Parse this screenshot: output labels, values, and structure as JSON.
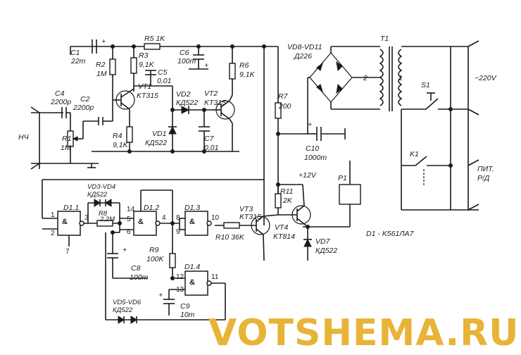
{
  "labels": {
    "c1": "C1",
    "c1v": "22m",
    "r2": "R2",
    "r2v": "1M",
    "r3": "R3",
    "r3v": "9,1K",
    "r5": "R5 1K",
    "c6": "C6",
    "c6v": "100m",
    "c5": "C5",
    "c5v": "0,01",
    "r6": "R6",
    "r6v": "9,1K",
    "c4": "C4",
    "c4v": "2200p",
    "c2": "C2",
    "c2v": "2200p",
    "vt1": "VT1",
    "vt1v": "KT315",
    "vd2": "VD2",
    "vd2v": "КД522",
    "vt2": "VT2",
    "vt2v": "KT315",
    "nch": "НЧ",
    "r1": "R1",
    "r1v": "1M",
    "r4": "R4",
    "r4v": "9,1K",
    "vd1": "VD1",
    "vd1v": "КД522",
    "c7": "C7",
    "c7v": "0,01",
    "r7": "R7",
    "r7v": "200",
    "vd8": "VD8-VD11",
    "vd8v": "Д226",
    "t1": "T1",
    "w1": "1",
    "w2": "2",
    "s1": "S1",
    "v220": "~220V",
    "c10": "C10",
    "c10v": "1000m",
    "k1": "K1",
    "pit": "ПИТ.",
    "ru": "Р/Д",
    "p12": "+12V",
    "p1": "P1",
    "d1": "D1 - K561ЛА7",
    "vd3": "VD3-VD4",
    "vd3v": "КД522",
    "r11": "R11",
    "r11v": "2K",
    "d11": "D1.1",
    "d12": "D1.2",
    "d13": "D1.3",
    "d14": "D1.4",
    "r8": "R8",
    "r8v": "2,2M",
    "vt3": "VT3",
    "vt3v": "KT315",
    "vt4": "VT4",
    "vt4v": "KT814",
    "r10": "R10 36K",
    "vd7": "VD7",
    "vd7v": "КД522",
    "r9": "R9",
    "r9v": "100K",
    "c8": "C8",
    "c8v": "100m",
    "c9": "C9",
    "c9v": "10m",
    "vd5": "VD5-VD6",
    "vd5v": "КД522"
  },
  "pins": {
    "p1": "1",
    "p2": "2",
    "p3": "3",
    "p5": "5",
    "p6": "6",
    "p4": "4",
    "p7": "7",
    "p14": "14",
    "p8": "8",
    "p9": "9",
    "p10": "10",
    "p12": "12",
    "p13": "13",
    "p11": "11"
  },
  "gate_symbol": "&",
  "watermark": "VOTSHEMA.RU"
}
